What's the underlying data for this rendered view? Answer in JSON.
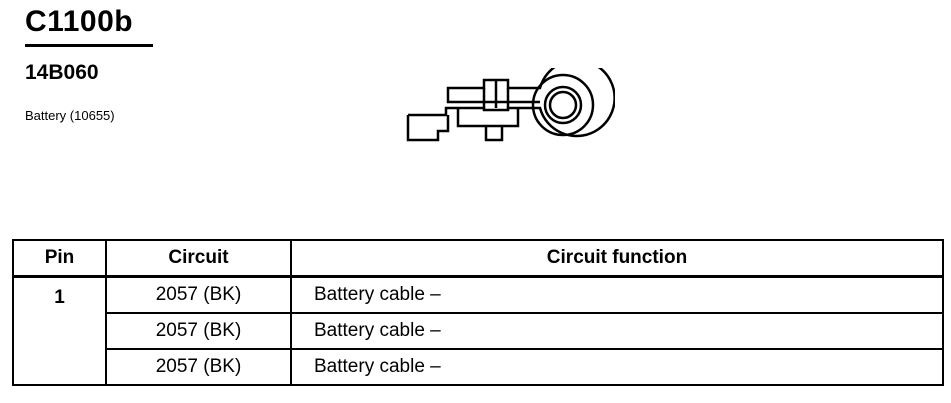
{
  "header": {
    "connector_id": "C1100b",
    "part_number": "14B060",
    "component": "Battery (10655)"
  },
  "drawing": {
    "icon": "battery-terminal-icon"
  },
  "table": {
    "headers": {
      "pin": "Pin",
      "circuit": "Circuit",
      "function": "Circuit function"
    },
    "pin": "1",
    "rows": [
      {
        "circuit": "2057 (BK)",
        "function": "Battery cable –"
      },
      {
        "circuit": "2057 (BK)",
        "function": "Battery cable –"
      },
      {
        "circuit": "2057 (BK)",
        "function": "Battery cable –"
      }
    ]
  }
}
